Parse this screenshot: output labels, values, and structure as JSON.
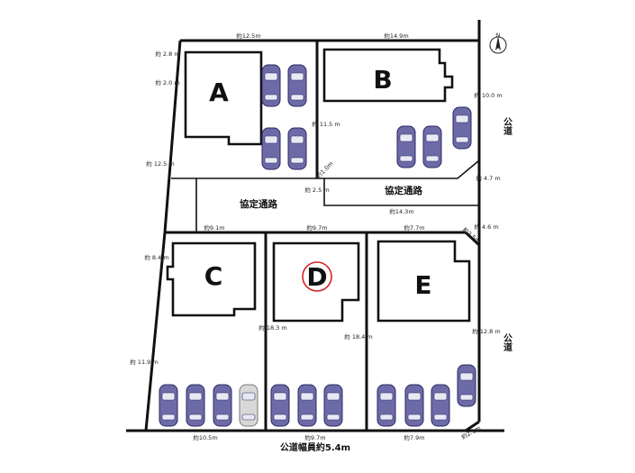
{
  "lots": {
    "a": "A",
    "b": "B",
    "c": "C",
    "d": "D",
    "e": "E"
  },
  "roads": {
    "designated_road_1": "協定通路",
    "designated_road_2": "協定通路",
    "public_road_right_1": "公道",
    "public_road_right_2": "公道",
    "public_road_bottom": "公道幅員約5.4m"
  },
  "dimensions": {
    "top_a": "約12.5m",
    "top_b": "約14.9m",
    "a_left_1": "約 2.8 m",
    "a_left_2": "約 2.0 m",
    "a_left_3": "約 12.5 m",
    "ab_mid": "約 11.5 m",
    "b_corner": "約1.0m",
    "b_right_1": "約 10.0 m",
    "b_right_2": "約 4.7 m",
    "road_mid": "約 2.5 m",
    "road_bottom": "約14.3m",
    "c_top": "約9.1m",
    "d_top": "約9.7m",
    "e_top": "約7.7m",
    "e_corner_top": "約2.5m",
    "e_right_1": "約 4.6 m",
    "c_left_1": "約 8.4 m",
    "c_left_2": "約 11.9 m",
    "d_left": "約 18.3 m",
    "d_right": "約 18.4 m",
    "e_right_2": "約 12.8 m",
    "bottom_c": "約10.5m",
    "bottom_d": "約9.7m",
    "bottom_e": "約7.9m",
    "e_corner_bottom": "約2.1m"
  },
  "compass": {
    "label": "N",
    "icon": "north-arrow-icon"
  },
  "colors": {
    "car": "#6d6aa8",
    "highlight_circle": "#d62020",
    "guest_car": "#d8d8d8"
  }
}
